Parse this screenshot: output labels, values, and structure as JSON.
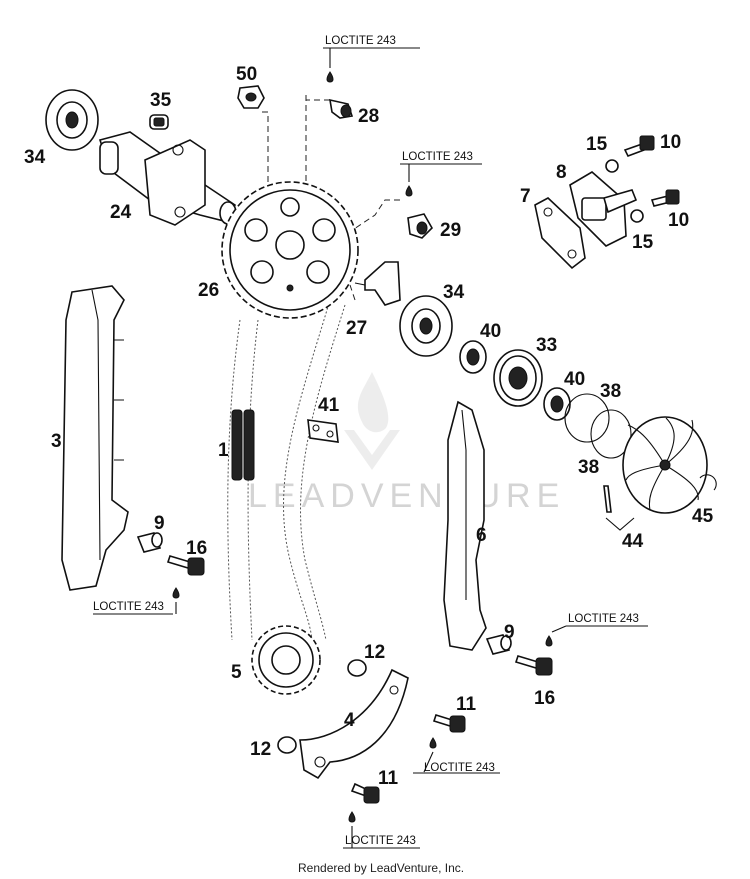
{
  "watermark": "LEADVENTURE",
  "footer": "Rendered by LeadVenture, Inc.",
  "labels": [
    {
      "id": "l-50",
      "text": "50"
    },
    {
      "id": "l-35",
      "text": "35"
    },
    {
      "id": "l-34a",
      "text": "34"
    },
    {
      "id": "l-24",
      "text": "24"
    },
    {
      "id": "l-28",
      "text": "28"
    },
    {
      "id": "l-29",
      "text": "29"
    },
    {
      "id": "l-26",
      "text": "26"
    },
    {
      "id": "l-27",
      "text": "27"
    },
    {
      "id": "l-34b",
      "text": "34"
    },
    {
      "id": "l-15a",
      "text": "15"
    },
    {
      "id": "l-10a",
      "text": "10"
    },
    {
      "id": "l-8",
      "text": "8"
    },
    {
      "id": "l-7",
      "text": "7"
    },
    {
      "id": "l-10b",
      "text": "10"
    },
    {
      "id": "l-15b",
      "text": "15"
    },
    {
      "id": "l-40a",
      "text": "40"
    },
    {
      "id": "l-33",
      "text": "33"
    },
    {
      "id": "l-40b",
      "text": "40"
    },
    {
      "id": "l-38a",
      "text": "38"
    },
    {
      "id": "l-38b",
      "text": "38"
    },
    {
      "id": "l-3",
      "text": "3"
    },
    {
      "id": "l-41",
      "text": "41"
    },
    {
      "id": "l-1",
      "text": "1"
    },
    {
      "id": "l-6",
      "text": "6"
    },
    {
      "id": "l-44",
      "text": "44"
    },
    {
      "id": "l-45",
      "text": "45"
    },
    {
      "id": "l-9a",
      "text": "9"
    },
    {
      "id": "l-16a",
      "text": "16"
    },
    {
      "id": "l-9b",
      "text": "9"
    },
    {
      "id": "l-16b",
      "text": "16"
    },
    {
      "id": "l-5",
      "text": "5"
    },
    {
      "id": "l-12a",
      "text": "12"
    },
    {
      "id": "l-4",
      "text": "4"
    },
    {
      "id": "l-11a",
      "text": "11"
    },
    {
      "id": "l-12b",
      "text": "12"
    },
    {
      "id": "l-11b",
      "text": "11"
    }
  ],
  "callouts": [
    {
      "id": "c-1",
      "text": "LOCTITE 243"
    },
    {
      "id": "c-2",
      "text": "LOCTITE 243"
    },
    {
      "id": "c-3",
      "text": "LOCTITE 243"
    },
    {
      "id": "c-4",
      "text": "LOCTITE 243"
    },
    {
      "id": "c-5",
      "text": "LOCTITE 243"
    },
    {
      "id": "c-6",
      "text": "LOCTITE 243"
    }
  ]
}
